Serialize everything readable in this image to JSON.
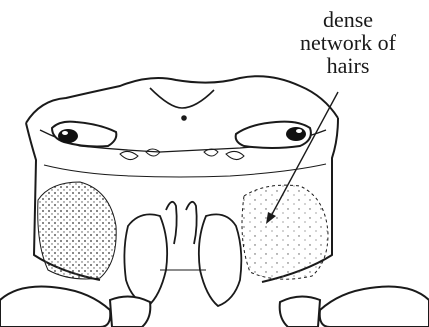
{
  "annotation": {
    "lines": [
      "dense",
      "network of",
      "hairs"
    ]
  },
  "colors": {
    "ink": "#1a1a1a",
    "background": "#ffffff"
  }
}
